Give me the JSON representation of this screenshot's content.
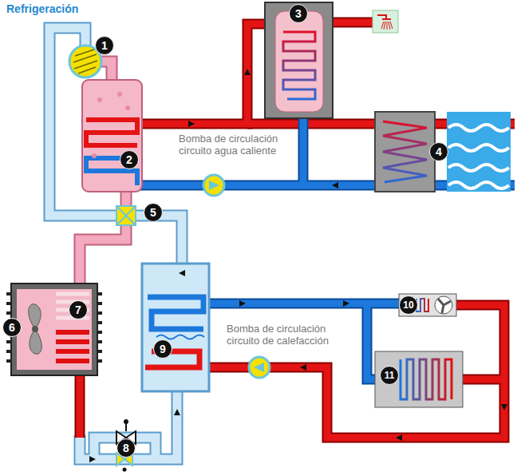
{
  "diagram": {
    "title": "Refrigeración",
    "labels": [
      "1",
      "2",
      "Bomba de circulación circuito agua caliente",
      "3",
      "4",
      "5",
      "6",
      "7",
      "8",
      "9",
      "Bomba de circulación circuito de calefacción",
      "10",
      "11"
    ]
  }
}
